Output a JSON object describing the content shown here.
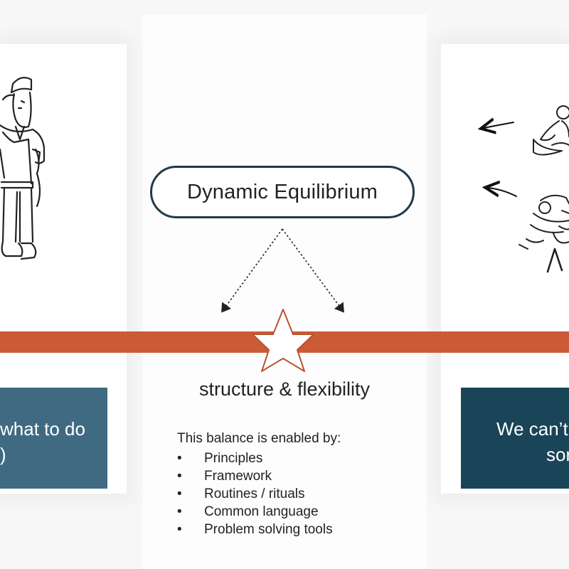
{
  "diagram": {
    "center_label": "Dynamic Equilibrium",
    "subtitle": "structure & flexibility",
    "enabled_intro": "This balance is enabled by:",
    "enablers": [
      "Principles",
      "Framework",
      "Routines / rituals",
      "Common language",
      "Problem solving tools"
    ],
    "bullet_glyph": "•",
    "left_box": {
      "line1": "what to do",
      "line2": ")"
    },
    "right_box": {
      "line1": "We can’t",
      "line2": "sor"
    },
    "icons": {
      "left_illustration": "saluting-soldier-sketch",
      "right_illustration": "scattered-people-sketch",
      "center_marker": "star-icon"
    },
    "colors": {
      "bar": "#cb5b37",
      "left_box": "#3f6a82",
      "right_box": "#1a4457",
      "pill_border": "#1e3a4a"
    }
  }
}
